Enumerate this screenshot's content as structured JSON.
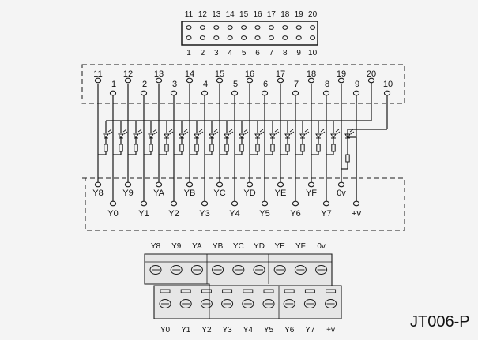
{
  "connector": {
    "top_labels": [
      "11",
      "12",
      "13",
      "14",
      "15",
      "16",
      "17",
      "18",
      "19",
      "20"
    ],
    "bottom_labels": [
      "1",
      "2",
      "3",
      "4",
      "5",
      "6",
      "7",
      "8",
      "9",
      "10"
    ]
  },
  "schematic": {
    "upper_pins": [
      "11",
      "12",
      "13",
      "14",
      "15",
      "16",
      "17",
      "18",
      "19",
      "20"
    ],
    "lower_pins": [
      "1",
      "2",
      "3",
      "4",
      "5",
      "6",
      "7",
      "8",
      "9",
      "10"
    ],
    "outputs_high": [
      "Y8",
      "Y9",
      "YA",
      "YB",
      "YC",
      "YD",
      "YE",
      "YF",
      "0v"
    ],
    "outputs_low": [
      "Y0",
      "Y1",
      "Y2",
      "Y3",
      "Y4",
      "Y5",
      "Y6",
      "Y7",
      "+v"
    ]
  },
  "terminal_block": {
    "top_labels": [
      "Y8",
      "Y9",
      "YA",
      "YB",
      "YC",
      "YD",
      "YE",
      "YF",
      "0v"
    ],
    "bottom_labels": [
      "Y0",
      "Y1",
      "Y2",
      "Y3",
      "Y4",
      "Y5",
      "Y6",
      "Y7",
      "+v"
    ]
  },
  "model_name": "JT006-P",
  "colors": {
    "line": "#1a1a1a",
    "background": "#f4f4f4",
    "block": "#e6e6e6"
  }
}
